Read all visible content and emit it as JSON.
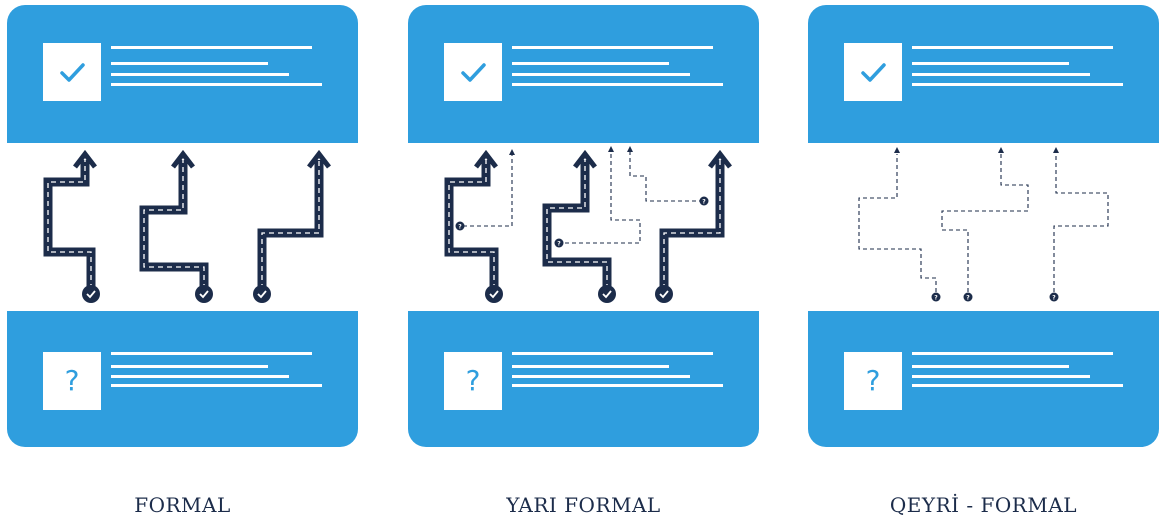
{
  "panels": [
    {
      "caption": "FORMAL",
      "bottom_symbol": "?"
    },
    {
      "caption": "YARI FORMAL",
      "bottom_symbol": "?"
    },
    {
      "caption": "QEYRİ - FORMAL",
      "bottom_symbol": "?"
    }
  ],
  "icons": {
    "top": "checkmark-icon",
    "bottom": "question-icon",
    "start": "check-circle-icon",
    "unknown": "question-circle-icon"
  },
  "colors": {
    "card": "#2f9ede",
    "path": "#1c2c4a",
    "background": "#ffffff",
    "text_line": "#ffffff"
  }
}
